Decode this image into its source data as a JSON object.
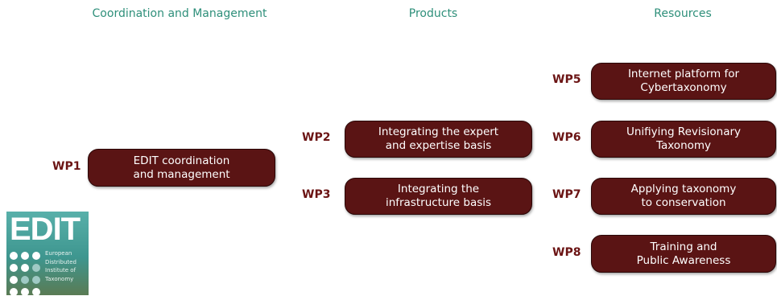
{
  "columns": {
    "coordination": "Coordination and Management",
    "products": "Products",
    "resources": "Resources"
  },
  "work_packages": [
    {
      "id": "WP1",
      "lines": [
        "EDIT coordination",
        "and management"
      ]
    },
    {
      "id": "WP2",
      "lines": [
        "Integrating the expert",
        "and expertise basis"
      ]
    },
    {
      "id": "WP3",
      "lines": [
        "Integrating the",
        "infrastructure basis"
      ]
    },
    {
      "id": "WP5",
      "lines": [
        "Internet platform for",
        "Cybertaxonomy"
      ]
    },
    {
      "id": "WP6",
      "lines": [
        "Unifiying Revisionary",
        "Taxonomy"
      ]
    },
    {
      "id": "WP7",
      "lines": [
        "Applying taxonomy",
        "to conservation"
      ]
    },
    {
      "id": "WP8",
      "lines": [
        "Training and",
        "Public Awareness"
      ]
    }
  ],
  "logo": {
    "wordmark": "EDIT",
    "lines": [
      "European",
      "Distributed",
      "Institute of",
      "Taxonomy"
    ]
  },
  "colors": {
    "box_fill": "#5a1414",
    "wp_label": "#6b1414",
    "column_header": "#2e8f7a",
    "logo_teal": "#4aa39c"
  }
}
